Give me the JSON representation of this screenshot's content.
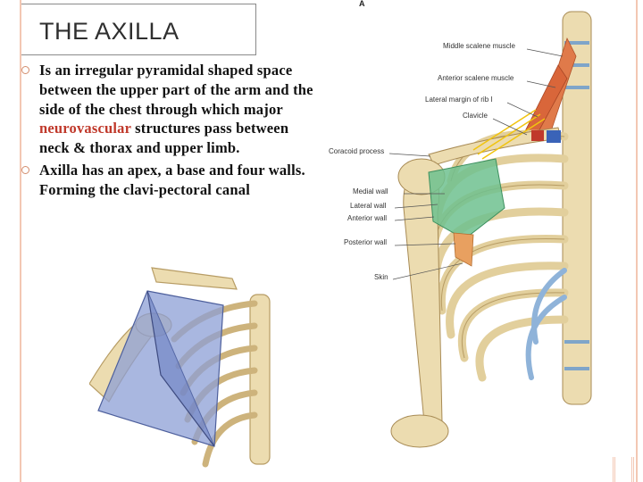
{
  "slide": {
    "title": "THE AXILLA",
    "bullets": [
      {
        "text_before": "Is an irregular pyramidal shaped space between the upper part of the arm and the side of the chest through which major ",
        "highlight": "neurovascular",
        "text_after": " structures pass between neck & thorax and upper limb."
      },
      {
        "text_before": "Axilla has an apex, a base and four walls. Forming the clavi-pectoral canal",
        "highlight": "",
        "text_after": ""
      }
    ]
  },
  "figure_right": {
    "panel_label": "A",
    "labels": {
      "middle_scalene": "Middle scalene muscle",
      "anterior_scalene": "Anterior scalene muscle",
      "rib_margin": "Lateral margin of rib I",
      "clavicle": "Clavicle",
      "coracoid": "Coracoid process",
      "medial_wall": "Medial wall",
      "lateral_wall": "Lateral wall",
      "anterior_wall": "Anterior wall",
      "posterior_wall": "Posterior wall",
      "skin": "Skin"
    }
  },
  "colors": {
    "accent": "#d38d6d",
    "highlight_text": "#c0392b",
    "bone": "#ecdcb0",
    "wall_green": "#6fc18f",
    "pyramid_blue": "#8c9fd6"
  }
}
